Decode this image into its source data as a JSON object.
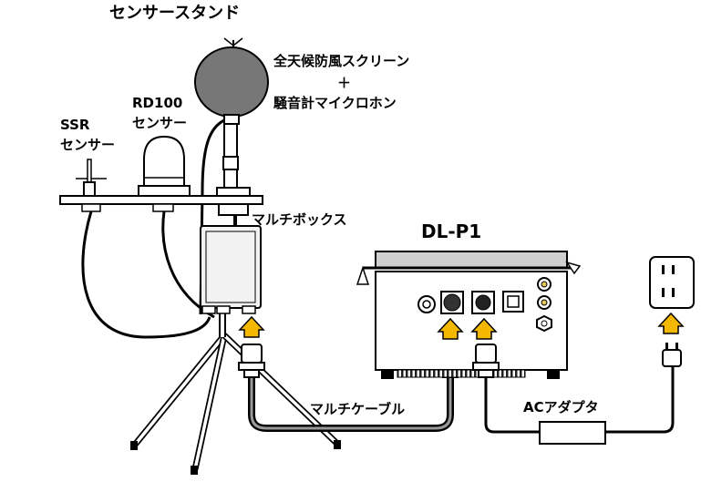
{
  "labels": {
    "sensor_stand": "センサースタンド",
    "windscreen_line1": "全天候防風スクリーン",
    "windscreen_plus": "＋",
    "windscreen_line2": "騒音計マイクロホン",
    "rd100_line1": "RD100",
    "rd100_line2": "センサー",
    "ssr_line1": "SSR",
    "ssr_line2": "センサー",
    "multi_box": "マルチボックス",
    "logger": "DL-P1",
    "multi_cable": "マルチケーブル",
    "ac_adapter": "ACアダプタ"
  },
  "colors": {
    "arrow_fill": "#f5b800",
    "arrow_stroke": "#000000",
    "mic_ball": "#777777",
    "cable": "#000000",
    "box_fill": "#f2f2f2",
    "logger_lid": "#d0d0d0"
  }
}
